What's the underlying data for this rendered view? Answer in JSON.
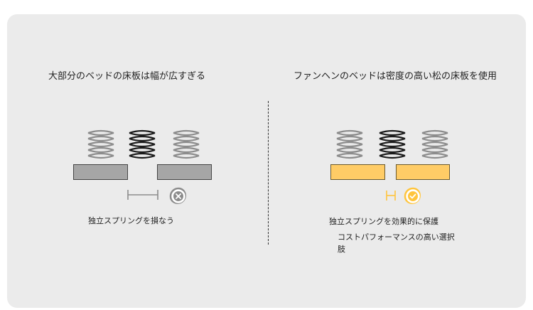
{
  "left": {
    "title": "大部分のベッドの床板は幅が広すぎる",
    "caption": "独立スプリングを損なう",
    "status_icon": "close-circle-icon",
    "slat_color": "#a6a6a6"
  },
  "right": {
    "title": "ファンヘンのベッドは密度の高い松の床板を使用",
    "caption_line1": "独立スプリングを効果的に保護",
    "caption_line2": "コストパフォーマンスの高い選択肢",
    "status_icon": "check-circle-icon",
    "slat_color": "#ffcc66",
    "accent_color": "#ffc53d"
  },
  "colors": {
    "gray_spring": "#8c8c8c",
    "dark_spring": "#1a1a1a"
  }
}
